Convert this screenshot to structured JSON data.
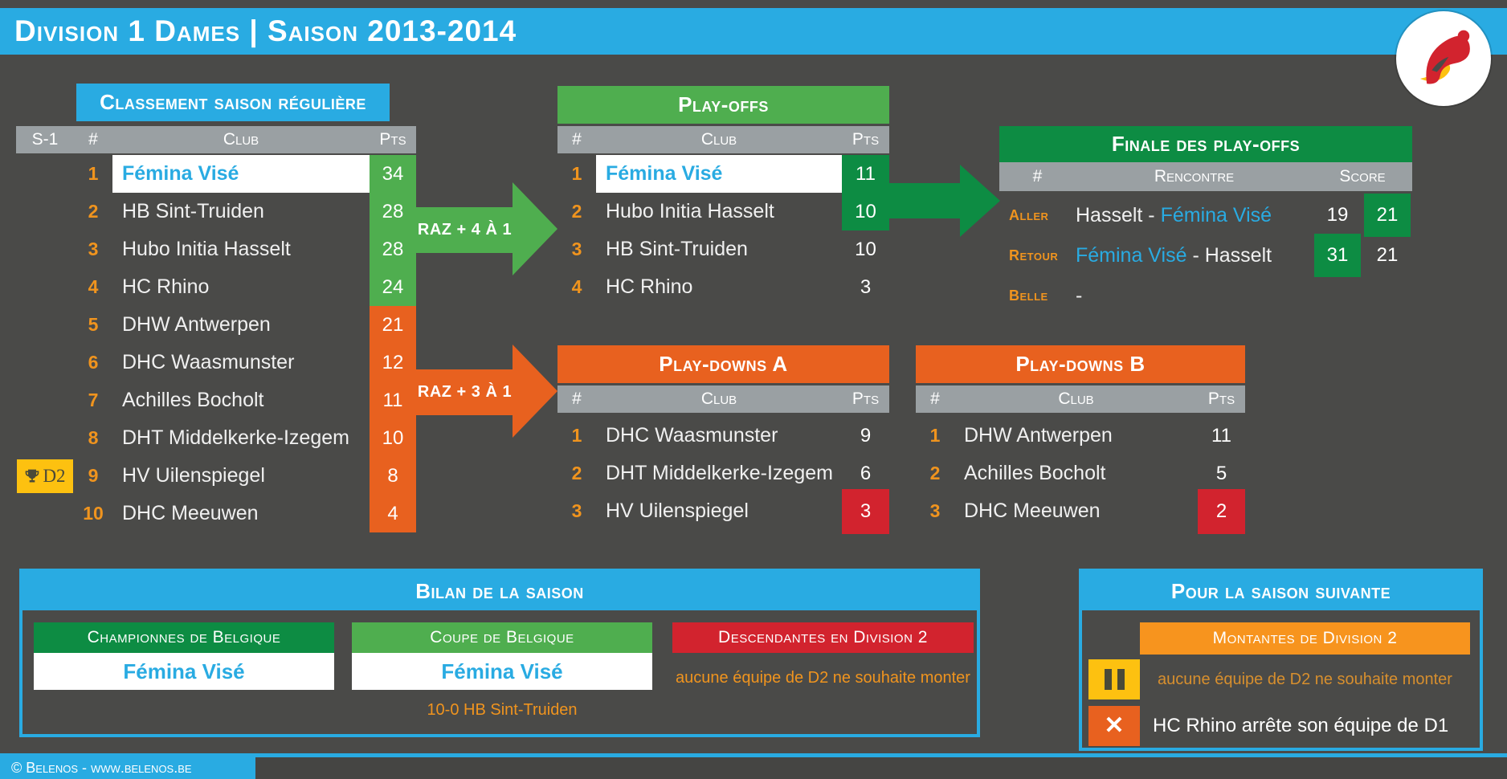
{
  "header": {
    "title": "Division 1 Dames | Saison 2013-2014"
  },
  "classement": {
    "title": "Classement saison régulière",
    "columns": {
      "s1": "S-1",
      "rank": "#",
      "club": "Club",
      "pts": "Pts"
    },
    "badge_d2": "D2",
    "rows": [
      {
        "rank": "1",
        "club": "Fémina Visé",
        "pts": "34"
      },
      {
        "rank": "2",
        "club": "HB Sint-Truiden",
        "pts": "28"
      },
      {
        "rank": "3",
        "club": "Hubo Initia Hasselt",
        "pts": "28"
      },
      {
        "rank": "4",
        "club": "HC Rhino",
        "pts": "24"
      },
      {
        "rank": "5",
        "club": "DHW Antwerpen",
        "pts": "21"
      },
      {
        "rank": "6",
        "club": "DHC Waasmunster",
        "pts": "12"
      },
      {
        "rank": "7",
        "club": "Achilles Bocholt",
        "pts": "11"
      },
      {
        "rank": "8",
        "club": "DHT Middelkerke-Izegem",
        "pts": "10"
      },
      {
        "rank": "9",
        "club": "HV Uilenspiegel",
        "pts": "8"
      },
      {
        "rank": "10",
        "club": "DHC Meeuwen",
        "pts": "4"
      }
    ]
  },
  "arrows": {
    "to_playoffs": "RAZ + 4 À 1",
    "to_playdowns": "RAZ + 3 À 1"
  },
  "playoffs": {
    "title": "Play-offs",
    "columns": {
      "rank": "#",
      "club": "Club",
      "pts": "Pts"
    },
    "rows": [
      {
        "rank": "1",
        "club": "Fémina Visé",
        "pts": "11"
      },
      {
        "rank": "2",
        "club": "Hubo Initia Hasselt",
        "pts": "10"
      },
      {
        "rank": "3",
        "club": "HB Sint-Truiden",
        "pts": "10"
      },
      {
        "rank": "4",
        "club": "HC Rhino",
        "pts": "3"
      }
    ]
  },
  "finale": {
    "title": "Finale des play-offs",
    "columns": {
      "rank": "#",
      "match": "Rencontre",
      "score": "Score"
    },
    "rows": [
      {
        "label": "Aller",
        "text_a": "Hasselt - ",
        "text_b": "Fémina Visé",
        "score1": "19",
        "score2": "21"
      },
      {
        "label": "Retour",
        "text_a": "Fémina Visé",
        "text_b": " - Hasselt",
        "score1": "31",
        "score2": "21"
      },
      {
        "label": "Belle",
        "text_a": "-"
      }
    ]
  },
  "playdowns_a": {
    "title": "Play-downs A",
    "columns": {
      "rank": "#",
      "club": "Club",
      "pts": "Pts"
    },
    "rows": [
      {
        "rank": "1",
        "club": "DHC Waasmunster",
        "pts": "9"
      },
      {
        "rank": "2",
        "club": "DHT Middelkerke-Izegem",
        "pts": "6"
      },
      {
        "rank": "3",
        "club": "HV Uilenspiegel",
        "pts": "3"
      }
    ]
  },
  "playdowns_b": {
    "title": "Play-downs B",
    "columns": {
      "rank": "#",
      "club": "Club",
      "pts": "Pts"
    },
    "rows": [
      {
        "rank": "1",
        "club": "DHW Antwerpen",
        "pts": "11"
      },
      {
        "rank": "2",
        "club": "Achilles Bocholt",
        "pts": "5"
      },
      {
        "rank": "3",
        "club": "DHC Meeuwen",
        "pts": "2"
      }
    ]
  },
  "bilan": {
    "title": "Bilan de la saison",
    "champion": {
      "label": "Championnes de Belgique",
      "value": "Fémina Visé"
    },
    "cup": {
      "label": "Coupe de Belgique",
      "value": "Fémina Visé",
      "detail": "10-0 HB Sint-Truiden"
    },
    "relegated": {
      "label": "Descendantes en Division 2",
      "note": "aucune équipe de D2 ne souhaite monter"
    }
  },
  "next_season": {
    "title": "Pour la saison suivante",
    "promoted_label": "Montantes de Division 2",
    "promoted_note": "aucune équipe de D2 ne souhaite monter",
    "withdrawal_note": "HC Rhino arrête son équipe de D1"
  },
  "footer": {
    "text": "© Belenos - www.belenos.be"
  },
  "colors": {
    "background": "#4a4a48",
    "blue": "#29abe2",
    "green_light": "#4fae4f",
    "green_dark": "#0d8c43",
    "orange": "#e8611f",
    "orange_light": "#f7941e",
    "yellow": "#fdc110",
    "red": "#d2232e",
    "gray_header": "#9aa0a3",
    "accent_text": "#f0941e"
  }
}
